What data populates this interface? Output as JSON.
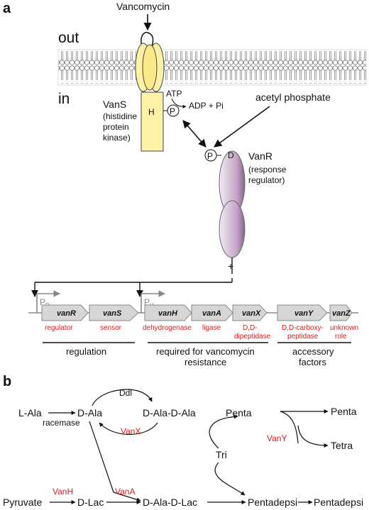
{
  "panels": {
    "a": "a",
    "b": "b"
  },
  "membrane": {
    "out": "out",
    "in": "in"
  },
  "vancomycin": "Vancomycin",
  "vans": {
    "name": "VanS",
    "desc1": "(histidine",
    "desc2": "protein",
    "desc3": "kinase)",
    "domain": "H",
    "phospho": "P"
  },
  "atp": {
    "atp": "ATP",
    "products": "ADP + Pi"
  },
  "acetyl_phosphate": "acetyl phosphate",
  "vanr": {
    "name": "VanR",
    "desc1": "(response",
    "desc2": "regulator)",
    "domain": "D",
    "phospho": "P"
  },
  "plus": "+",
  "promoters": {
    "pr_main": "P",
    "pr_sub": "R",
    "ph_main": "P",
    "ph_sub": "H"
  },
  "genes": [
    {
      "name": "vanR",
      "role1": "regulator",
      "role2": ""
    },
    {
      "name": "vanS",
      "role1": "sensor",
      "role2": ""
    },
    {
      "name": "vanH",
      "role1": "dehydrogenase",
      "role2": ""
    },
    {
      "name": "vanA",
      "role1": "ligase",
      "role2": ""
    },
    {
      "name": "vanX",
      "role1": "D,D-",
      "role2": "dipeptidase"
    },
    {
      "name": "vanY",
      "role1": "D,D-carboxy-",
      "role2": "peptidase"
    },
    {
      "name": "vanZ",
      "role1": "unknown",
      "role2": "role"
    }
  ],
  "groups": {
    "regulation": "regulation",
    "required1": "required for vancomycin",
    "required2": "resistance",
    "accessory1": "accessory",
    "accessory2": "factors"
  },
  "pathway": {
    "l_ala": "L-Ala",
    "racemase": "racemase",
    "d_ala": "D-Ala",
    "ddl": "Ddl",
    "d_ala_d_ala": "D-Ala-D-Ala",
    "vanx": "VanX",
    "penta1": "Penta",
    "penta2": "Penta",
    "tetra": "Tetra",
    "vany": "VanY",
    "tri": "Tri",
    "pyruvate": "Pyruvate",
    "vanh": "VanH",
    "d_lac": "D-Lac",
    "vana": "VanA",
    "d_ala_d_lac": "D-Ala-D-Lac",
    "pentadepsi1": "Pentadepsi",
    "pentadepsi2": "Pentadepsi"
  },
  "colors": {
    "red": "#d42020",
    "vans_box": "#fdf1a6",
    "vans_border": "#444444",
    "membrane_head": "#ffffff",
    "gene_fill": "#d6d6d6"
  }
}
